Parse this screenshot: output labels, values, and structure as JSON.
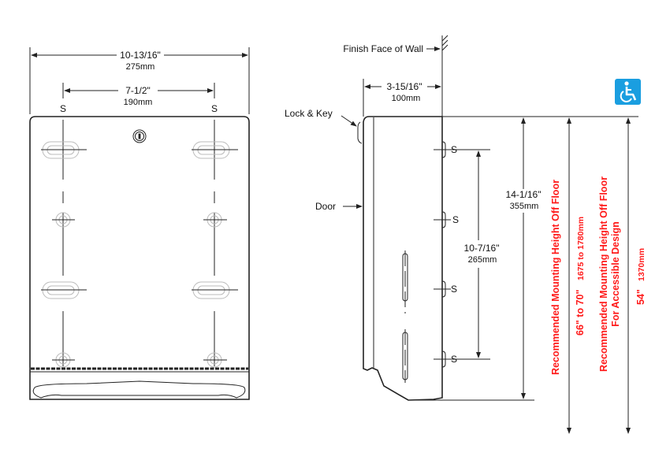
{
  "front_view": {
    "overall_width_in": "10-13/16\"",
    "overall_width_mm": "275mm",
    "mount_spacing_in": "7-1/2\"",
    "mount_spacing_mm": "190mm",
    "screw_left": "S",
    "screw_right": "S"
  },
  "side_view": {
    "wall_label": "Finish Face of Wall",
    "depth_in": "3-15/16\"",
    "depth_mm": "100mm",
    "lock_label": "Lock & Key",
    "door_label": "Door",
    "screws": [
      "S",
      "S",
      "S",
      "S"
    ],
    "screw_spacing_in": "10-7/16\"",
    "screw_spacing_mm": "265mm",
    "height_in": "14-1/16\"",
    "height_mm": "355mm"
  },
  "mounting": {
    "standard_label": "Recommended Mounting Height Off Floor",
    "standard_in": "66\" to 70\"",
    "standard_mm": "1675 to 1780mm",
    "accessible_label_1": "Recommended Mounting Height Off Floor",
    "accessible_label_2": "For Accessible Design",
    "accessible_in": "54\"",
    "accessible_mm": "1370mm",
    "accessible_icon": "wheelchair-icon",
    "accessible_icon_color": "#1a9ee0",
    "text_color": "#ff1a1a"
  }
}
